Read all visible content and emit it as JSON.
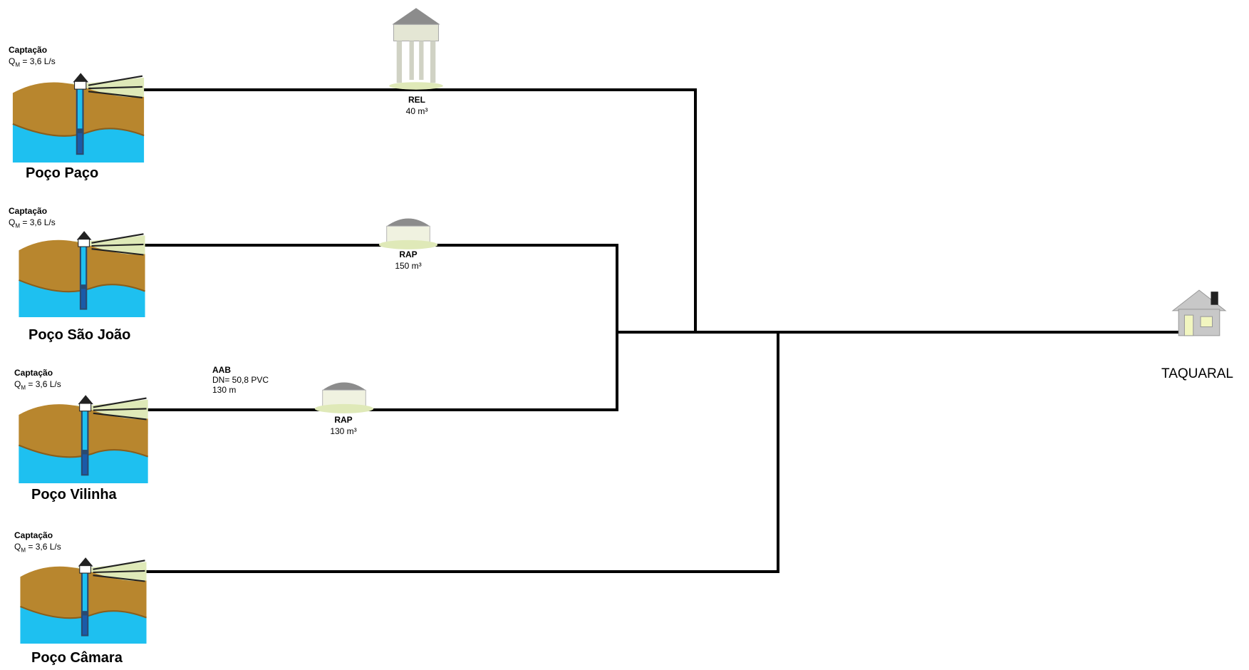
{
  "wells": [
    {
      "caption_title": "Captação",
      "flow_symbol": "Q",
      "flow_subscript": "M",
      "flow_value": " = 3,6 L/s",
      "name": "Poço Paço"
    },
    {
      "caption_title": "Captação",
      "flow_symbol": "Q",
      "flow_subscript": "M",
      "flow_value": " = 3,6 L/s",
      "name": "Poço São João"
    },
    {
      "caption_title": "Captação",
      "flow_symbol": "Q",
      "flow_subscript": "M",
      "flow_value": " = 3,6 L/s",
      "name": "Poço Vilinha"
    },
    {
      "caption_title": "Captação",
      "flow_symbol": "Q",
      "flow_subscript": "M",
      "flow_value": " = 3,6 L/s",
      "name": "Poço Câmara"
    }
  ],
  "reservoirs": [
    {
      "tag": "REL",
      "volume": "40 m³",
      "kind": "elevated"
    },
    {
      "tag": "RAP",
      "volume": "150 m³",
      "kind": "ground"
    },
    {
      "tag": "RAP",
      "volume": "130 m³",
      "kind": "ground"
    }
  ],
  "pipe": {
    "title": "AAB",
    "spec": "DN= 50,8 PVC",
    "length": "130 m"
  },
  "destination": {
    "name": "TAQUARAL"
  },
  "colors": {
    "pipe": "#000000",
    "water": "#1ec0f0",
    "soil": "#b8862e",
    "soil_dark": "#8a5e1c",
    "grass": "#dfe9b8",
    "house": "#c8c8c8",
    "tank_body": "#f0f2e0",
    "roof": "#8c8c8c"
  }
}
